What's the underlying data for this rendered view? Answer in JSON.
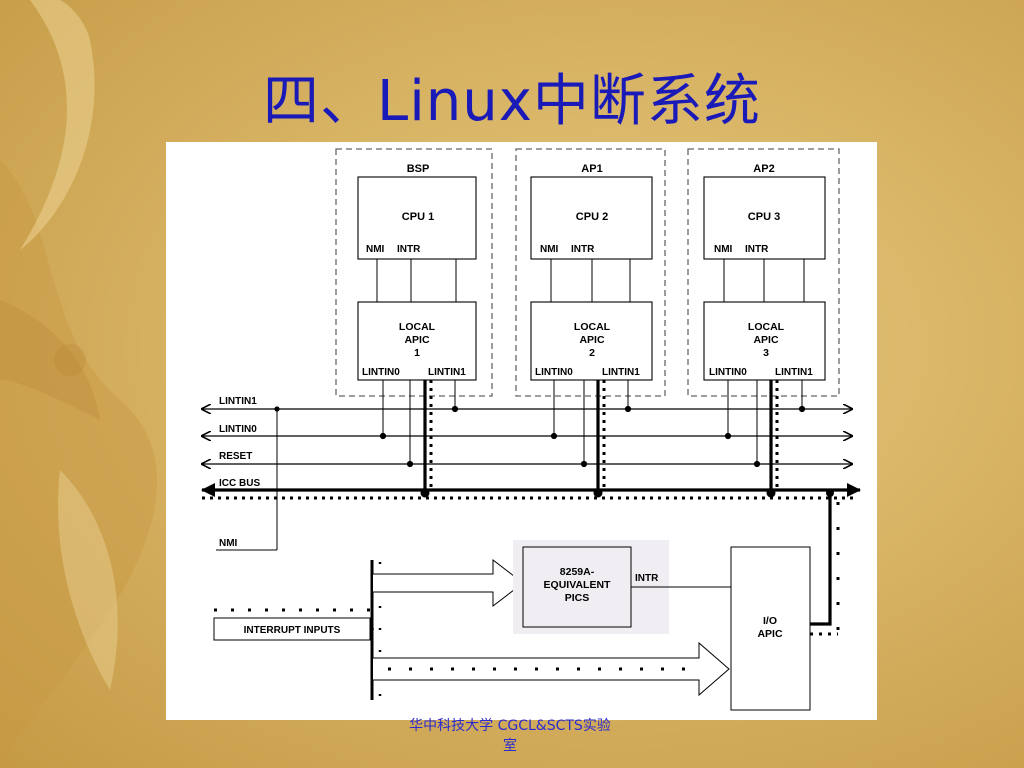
{
  "slide": {
    "title": "四、Linux中断系统",
    "footer_line1": "华中科技大学 CGCL&SCTS实验",
    "footer_line2": "室"
  },
  "diagram": {
    "processors": [
      {
        "group": "BSP",
        "cpu": "CPU 1",
        "apic": [
          "LOCAL",
          "APIC",
          "1"
        ]
      },
      {
        "group": "AP1",
        "cpu": "CPU 2",
        "apic": [
          "LOCAL",
          "APIC",
          "2"
        ]
      },
      {
        "group": "AP2",
        "cpu": "CPU 3",
        "apic": [
          "LOCAL",
          "APIC",
          "3"
        ]
      }
    ],
    "pin_nmi": "NMI",
    "pin_intr": "INTR",
    "pin_lintin0": "LINTIN0",
    "pin_lintin1": "LINTIN1",
    "bus_lintin1": "LINTIN1",
    "bus_lintin0": "LINTIN0",
    "bus_reset": "RESET",
    "bus_icc": "ICC BUS",
    "nmi_label": "NMI",
    "pic_label": [
      "8259A-",
      "EQUIVALENT",
      "PICS"
    ],
    "intr_label": "INTR",
    "io_apic_label": [
      "I/O",
      "APIC"
    ],
    "interrupt_inputs": "INTERRUPT INPUTS",
    "colors": {
      "title": "#1a1ab8",
      "pic_fill": "#f0eef2",
      "line": "#000000"
    }
  }
}
